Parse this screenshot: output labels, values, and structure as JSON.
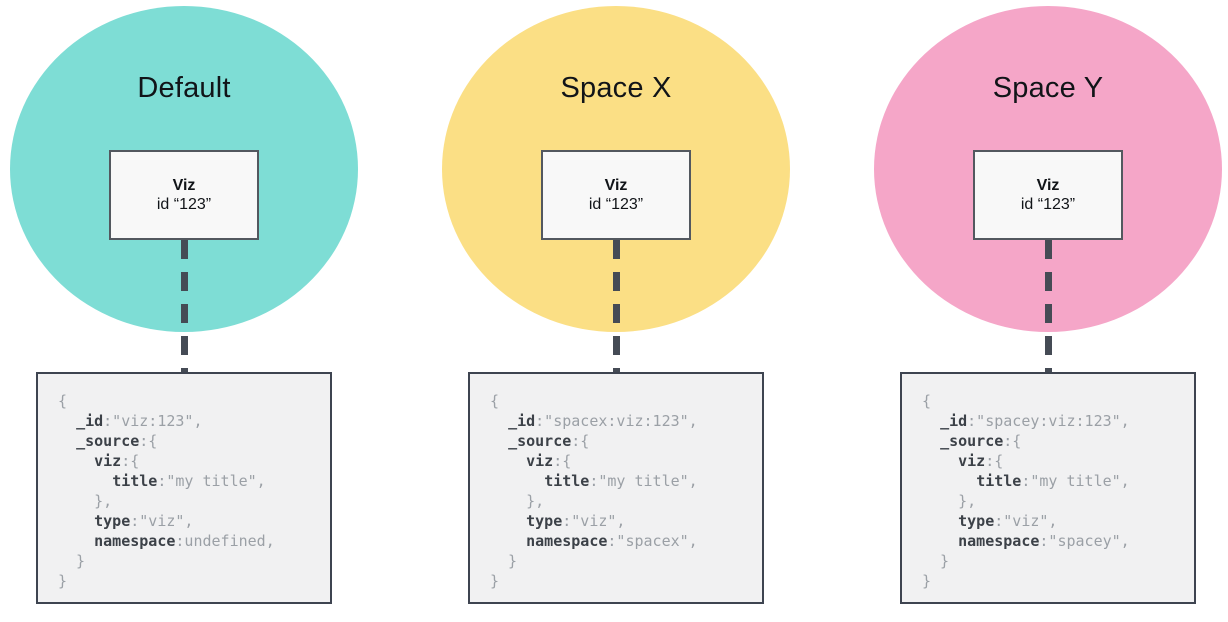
{
  "diagram": {
    "description": "Three saved-object spaces diagram",
    "colors": {
      "default_circle": "#7eddd5",
      "spacex_circle": "#fbdf85",
      "spacey_circle": "#f5a6c8",
      "connector": "#454b55",
      "code_key": "#3c4148",
      "code_value": "#9ba0a6",
      "box_border": "#3e4450",
      "code_box_bg": "#f1f1f2",
      "viz_box_bg": "#f8f8f8"
    },
    "columns": [
      {
        "title": "Default",
        "circle_color": "#7eddd5",
        "viz_box": {
          "name": "Viz",
          "id": "id “123”"
        },
        "code_lines": [
          [
            {
              "t": "{"
            }
          ],
          [
            {
              "t": "  "
            },
            {
              "k": 1,
              "t": "_id"
            },
            {
              "t": ":\"viz:123\","
            }
          ],
          [
            {
              "t": "  "
            },
            {
              "k": 1,
              "t": "_source"
            },
            {
              "t": ":{"
            }
          ],
          [
            {
              "t": "    "
            },
            {
              "k": 1,
              "t": "viz"
            },
            {
              "t": ":{"
            }
          ],
          [
            {
              "t": "      "
            },
            {
              "k": 1,
              "t": "title"
            },
            {
              "t": ":\"my title\","
            }
          ],
          [
            {
              "t": "    },"
            }
          ],
          [
            {
              "t": "    "
            },
            {
              "k": 1,
              "t": "type"
            },
            {
              "t": ":\"viz\","
            }
          ],
          [
            {
              "t": "    "
            },
            {
              "k": 1,
              "t": "namespace"
            },
            {
              "t": ":undefined,"
            }
          ],
          [
            {
              "t": "  }"
            }
          ],
          [
            {
              "t": "}"
            }
          ]
        ]
      },
      {
        "title": "Space X",
        "circle_color": "#fbdf85",
        "viz_box": {
          "name": "Viz",
          "id": "id “123”"
        },
        "code_lines": [
          [
            {
              "t": "{"
            }
          ],
          [
            {
              "t": "  "
            },
            {
              "k": 1,
              "t": "_id"
            },
            {
              "t": ":\"spacex:viz:123\","
            }
          ],
          [
            {
              "t": "  "
            },
            {
              "k": 1,
              "t": "_source"
            },
            {
              "t": ":{"
            }
          ],
          [
            {
              "t": "    "
            },
            {
              "k": 1,
              "t": "viz"
            },
            {
              "t": ":{"
            }
          ],
          [
            {
              "t": "      "
            },
            {
              "k": 1,
              "t": "title"
            },
            {
              "t": ":\"my title\","
            }
          ],
          [
            {
              "t": "    },"
            }
          ],
          [
            {
              "t": "    "
            },
            {
              "k": 1,
              "t": "type"
            },
            {
              "t": ":\"viz\","
            }
          ],
          [
            {
              "t": "    "
            },
            {
              "k": 1,
              "t": "namespace"
            },
            {
              "t": ":\"spacex\","
            }
          ],
          [
            {
              "t": "  }"
            }
          ],
          [
            {
              "t": "}"
            }
          ]
        ]
      },
      {
        "title": "Space Y",
        "circle_color": "#f5a6c8",
        "viz_box": {
          "name": "Viz",
          "id": "id “123”"
        },
        "code_lines": [
          [
            {
              "t": "{"
            }
          ],
          [
            {
              "t": "  "
            },
            {
              "k": 1,
              "t": "_id"
            },
            {
              "t": ":\"spacey:viz:123\","
            }
          ],
          [
            {
              "t": "  "
            },
            {
              "k": 1,
              "t": "_source"
            },
            {
              "t": ":{"
            }
          ],
          [
            {
              "t": "    "
            },
            {
              "k": 1,
              "t": "viz"
            },
            {
              "t": ":{"
            }
          ],
          [
            {
              "t": "      "
            },
            {
              "k": 1,
              "t": "title"
            },
            {
              "t": ":\"my title\","
            }
          ],
          [
            {
              "t": "    },"
            }
          ],
          [
            {
              "t": "    "
            },
            {
              "k": 1,
              "t": "type"
            },
            {
              "t": ":\"viz\","
            }
          ],
          [
            {
              "t": "    "
            },
            {
              "k": 1,
              "t": "namespace"
            },
            {
              "t": ":\"spacey\","
            }
          ],
          [
            {
              "t": "  }"
            }
          ],
          [
            {
              "t": "}"
            }
          ]
        ]
      }
    ]
  }
}
